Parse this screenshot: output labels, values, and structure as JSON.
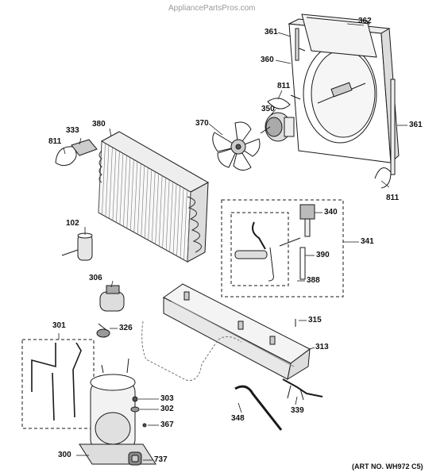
{
  "watermark": "AppliancePartsPros.com",
  "art_number": "(ART NO. WH972 C5)",
  "callouts": {
    "p362": "362",
    "p361_top": "361",
    "p360": "360",
    "p811_top": "811",
    "p350": "350",
    "p370": "370",
    "p361_right": "361",
    "p811_right": "811",
    "p333": "333",
    "p380": "380",
    "p811_left": "811",
    "p340": "340",
    "p341": "341",
    "p390": "390",
    "p388": "388",
    "p102": "102",
    "p306": "306",
    "p326": "326",
    "p301": "301",
    "p315": "315",
    "p313": "313",
    "p303": "303",
    "p302": "302",
    "p348": "348",
    "p339": "339",
    "p367": "367",
    "p300": "300",
    "p737": "737"
  },
  "colors": {
    "line": "#1a1a1a",
    "fill": "#ffffff",
    "shade": "#d9d9d9",
    "dark": "#555555",
    "watermark": "#9a9a9a"
  }
}
